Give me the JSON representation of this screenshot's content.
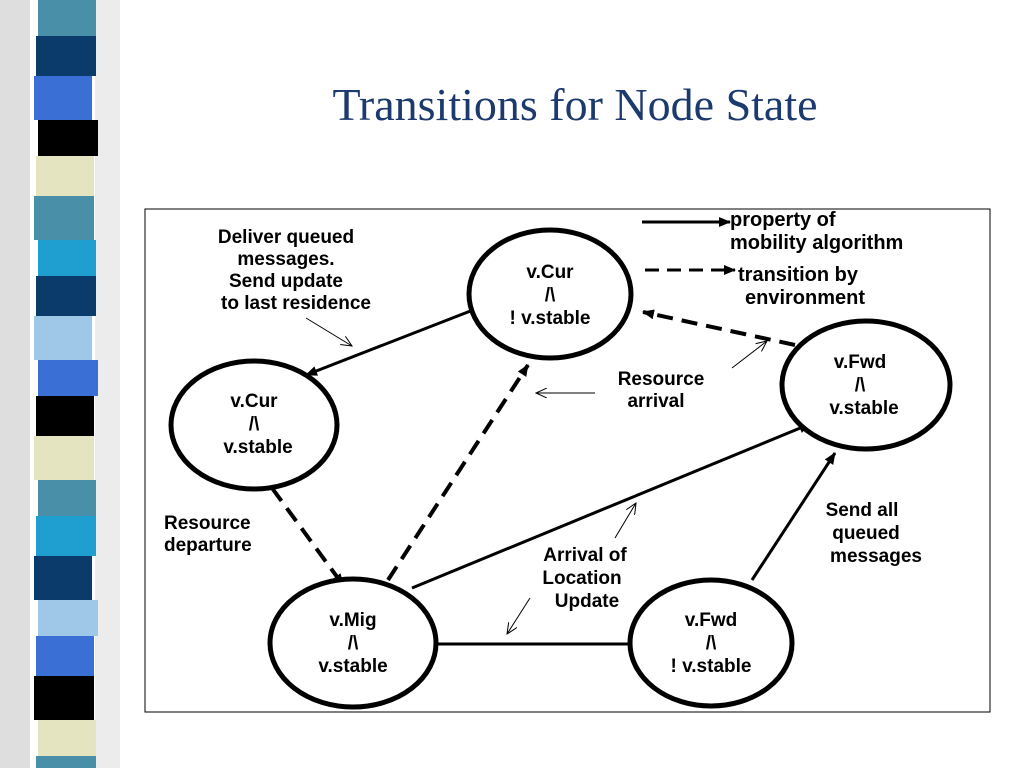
{
  "slide": {
    "title": "Transitions for Node State"
  },
  "legend": {
    "solid": [
      "property of",
      "mobility algorithm"
    ],
    "dashed": [
      "transition by",
      "environment"
    ]
  },
  "nodes": {
    "top": [
      "v.Cur",
      "/\\",
      "! v.stable"
    ],
    "left": [
      "v.Cur",
      "/\\",
      "v.stable"
    ],
    "right": [
      "v.Fwd",
      "/\\",
      "v.stable"
    ],
    "bottom_left": [
      "v.Mig",
      "/\\",
      "v.stable"
    ],
    "bottom_right": [
      "v.Fwd",
      "/\\",
      "! v.stable"
    ]
  },
  "labels": {
    "deliver": [
      "Deliver queued",
      "messages.",
      "Send update",
      "to last residence"
    ],
    "resource_arrival": [
      "Resource",
      "arrival"
    ],
    "resource_departure": [
      "Resource",
      "departure"
    ],
    "arrival_update": [
      "Arrival of",
      "Location",
      "Update"
    ],
    "send_all": [
      "Send all",
      "queued",
      "messages"
    ]
  },
  "colors": {
    "title": "#1d3a6e",
    "stripe": [
      "#4a8fa8",
      "#0a3b6b",
      "#3a6fd6",
      "#000000",
      "#e5e4c0",
      "#1e9fd0",
      "#9fc8e8"
    ]
  }
}
